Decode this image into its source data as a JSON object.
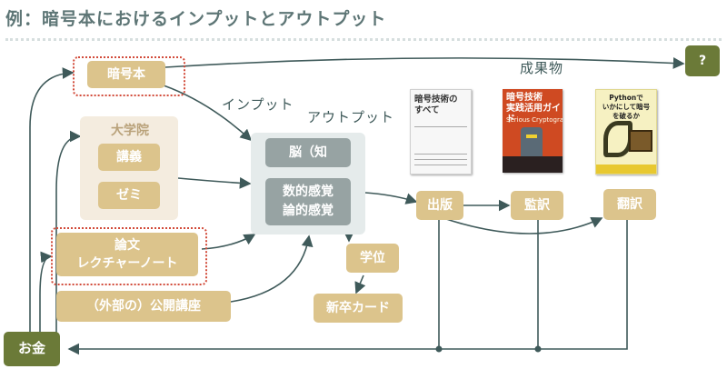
{
  "title": "例：暗号本におけるインプットとアウトプット",
  "labels": {
    "input": "インプット",
    "output": "アウトプット",
    "outcome": "成果物"
  },
  "university": {
    "title": "大学院",
    "lecture": "講義",
    "seminar": "ゼミ"
  },
  "nodes": {
    "crypto_book": "暗号本",
    "paper_notes": "論文\nレクチャーノート",
    "public_course": "（外部の）公開講座",
    "money": "お金",
    "unknown": "?",
    "brain_knowledge": "脳（知",
    "sense": "数的感覚\n論的感覚",
    "degree": "学位",
    "new_grad_card": "新卒カード",
    "publish": "出版",
    "supervise": "監訳",
    "translate": "翻訳"
  },
  "books": {
    "book1": {
      "title": "暗号技術の\nすべて"
    },
    "book2": {
      "title": "暗号技術\n実践活用ガイド",
      "subtitle": "Serious Cryptography"
    },
    "book3": {
      "title": "Pythonで\nいかにして暗号を破るか"
    }
  },
  "colors": {
    "node_fill": "#dcc48c",
    "money_fill": "#6b7a38",
    "brain_panel": "#e5ebeb",
    "university_panel": "#f4ecdf",
    "highlight_dotted": "#d24b3a",
    "arrow": "#3f5a5a"
  }
}
